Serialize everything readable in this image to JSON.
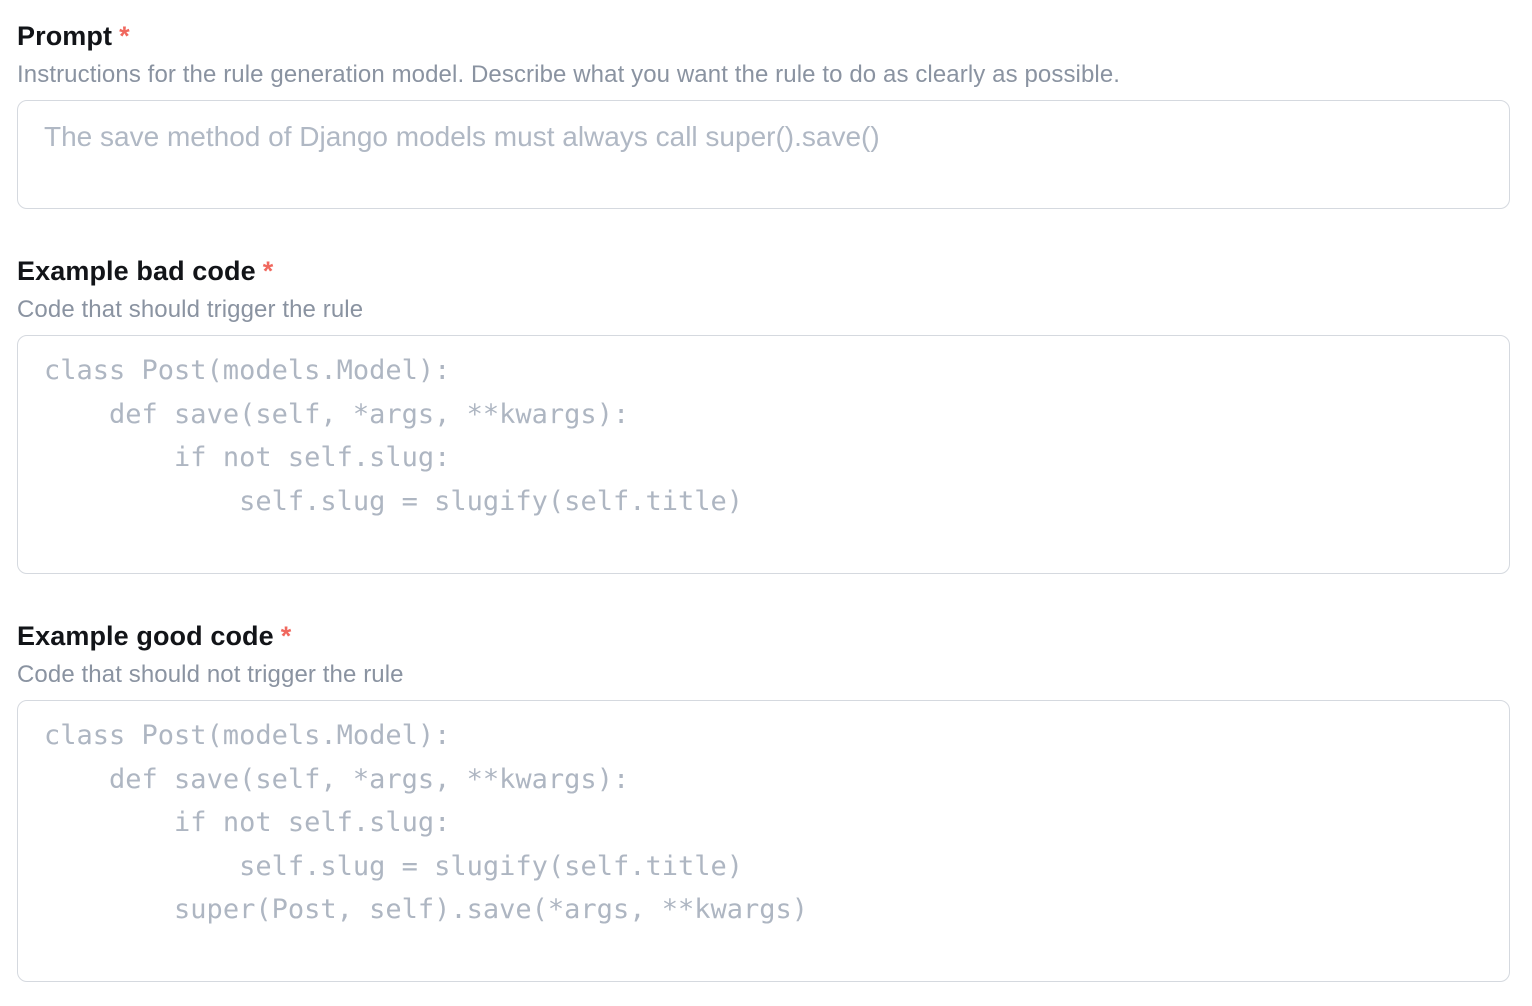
{
  "colors": {
    "required_asterisk": "#f0685e",
    "label_text": "#121418",
    "description_text": "#8a93a1",
    "placeholder_text": "#b0b8c4",
    "input_border": "#d5d9df"
  },
  "form": {
    "fields": [
      {
        "label": "Prompt",
        "required_marker": "*",
        "description": "Instructions for the rule generation model. Describe what you want the rule to do as clearly as possible.",
        "placeholder": "The save method of Django models must always call super().save()",
        "value": "",
        "type": "text"
      },
      {
        "label": "Example bad code",
        "required_marker": "*",
        "description": "Code that should trigger the rule",
        "placeholder": "class Post(models.Model):\n    def save(self, *args, **kwargs):\n        if not self.slug:\n            self.slug = slugify(self.title)",
        "value": "",
        "type": "code"
      },
      {
        "label": "Example good code",
        "required_marker": "*",
        "description": "Code that should not trigger the rule",
        "placeholder": "class Post(models.Model):\n    def save(self, *args, **kwargs):\n        if not self.slug:\n            self.slug = slugify(self.title)\n        super(Post, self).save(*args, **kwargs)",
        "value": "",
        "type": "code"
      }
    ]
  }
}
